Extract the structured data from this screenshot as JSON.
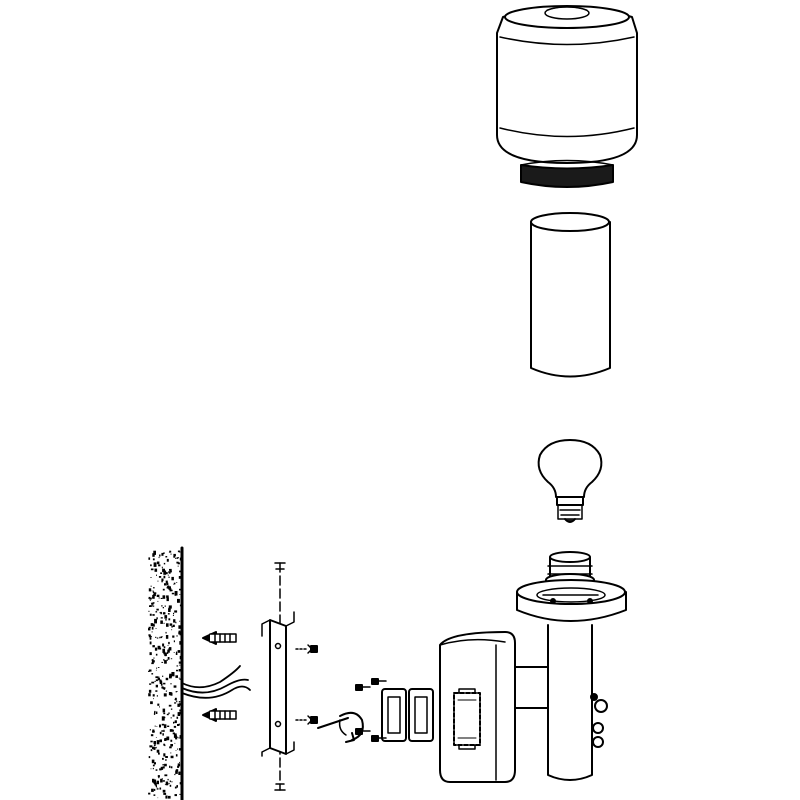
{
  "diagram": {
    "type": "exploded-assembly-drawing",
    "style": "black line art on white",
    "colors": {
      "line": "#000000",
      "fill": "#ffffff",
      "shade": "#1a1a1a"
    },
    "parts": [
      {
        "id": "lamp-shade",
        "icon": "cylindrical-shade-icon"
      },
      {
        "id": "inner-glass-tube",
        "icon": "cylinder-icon"
      },
      {
        "id": "light-bulb",
        "icon": "bulb-icon"
      },
      {
        "id": "lamp-socket",
        "icon": "socket-icon"
      },
      {
        "id": "lamp-body",
        "icon": "wall-lamp-body-icon"
      },
      {
        "id": "junction-box",
        "icon": "box-icon"
      },
      {
        "id": "gaskets",
        "icon": "gasket-icon"
      },
      {
        "id": "mounting-bracket",
        "icon": "bracket-icon"
      },
      {
        "id": "wall-plugs",
        "icon": "dowel-icon"
      },
      {
        "id": "screws",
        "icon": "screw-icon"
      },
      {
        "id": "wall",
        "icon": "concrete-wall-icon"
      },
      {
        "id": "supply-cable",
        "icon": "cable-icon"
      },
      {
        "id": "rotate-arrow",
        "icon": "rotate-arrow-icon"
      }
    ]
  }
}
